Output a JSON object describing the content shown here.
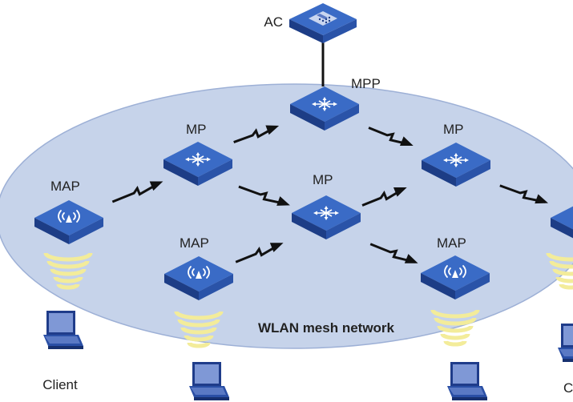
{
  "labels": {
    "ac": "AC",
    "mpp": "MPP",
    "mp": "MP",
    "map": "MAP",
    "network": "WLAN mesh network",
    "client": "Client",
    "client_cut": "C"
  },
  "colors": {
    "ellipse_fill": "#c6d3ea",
    "ellipse_stroke": "#9db0d6",
    "device_top": "#3a6bc6",
    "device_side": "#1d3d86",
    "device_front": "#2a53a8",
    "signal": "#f3ec9a",
    "link": "#111111"
  },
  "icons": {
    "ac": "controller-keypad-icon",
    "mesh": "mesh-arrows-icon",
    "ap": "wireless-antenna-icon",
    "client": "laptop-icon",
    "link": "wireless-zigzag-icon"
  }
}
